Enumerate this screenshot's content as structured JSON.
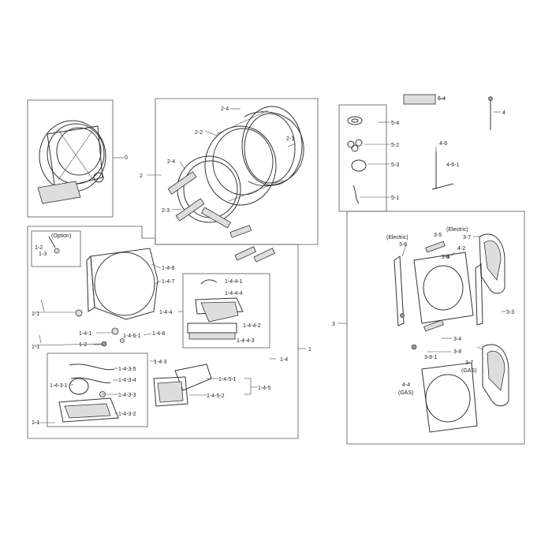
{
  "labels": {
    "l_0": "0",
    "l_2": "2",
    "l_2_4a": "2-4",
    "l_2_4b": "2-4",
    "l_2_2": "2-2",
    "l_2_1": "2-1",
    "l_2_3": "2-3",
    "l_option": "(Option)",
    "l_1_2": "1-2",
    "l_1_3": "1-3",
    "l_1_4_8": "1-4-8",
    "l_1_4_7": "1-4-7",
    "l_1_1a": "1-1",
    "l_1_1b": "1-1",
    "l_1_1c": "1-1",
    "l_1_4_1": "1-4-1",
    "l_1_2b": "1-2",
    "l_1_4_6_1": "1-4-6-1",
    "l_1_4_6": "1-4-6",
    "l_1_4_4": "1-4-4",
    "l_1_4_4_1": "1-4-4-1",
    "l_1_4_4_4": "1-4-4-4",
    "l_1_4_4_2": "1-4-4-2",
    "l_1_4_4_3": "1-4-4-3",
    "l_1": "1",
    "l_1_4": "1-4",
    "l_1_4_3": "1-4-3",
    "l_1_4_3_5": "1-4-3-5",
    "l_1_4_3_4": "1-4-3-4",
    "l_1_4_3_1": "1-4-3-1",
    "l_1_4_3_3": "1-4-3-3",
    "l_1_4_3_2": "1-4-3-2",
    "l_1_4_5_1": "1-4-5-1",
    "l_1_4_5": "1-4-5",
    "l_1_4_5_2": "1-4-5-2",
    "l_6_4": "6-4",
    "l_4": "4",
    "l_5_4": "5-4",
    "l_5_2": "5-2",
    "l_5_3": "5-3",
    "l_5_1": "5-1",
    "l_4_6": "4-6",
    "l_4_6_1": "4-6-1",
    "l_3": "3",
    "l_electric_l": "(Electric)",
    "l_electric_r": "(Electric)",
    "l_3_6": "3-6",
    "l_3_5": "3-5",
    "l_3_7a": "3-7",
    "l_4_2": "4-2",
    "l_3_1": "3-1",
    "l_3_3": "3-3",
    "l_3_4": "3-4",
    "l_3_8": "3-8",
    "l_3_8_1": "3-8-1",
    "l_3_7b": "3-7",
    "l_gas_r": "(GAS)",
    "l_4_4": "4-4",
    "l_gas_l": "(GAS)"
  }
}
